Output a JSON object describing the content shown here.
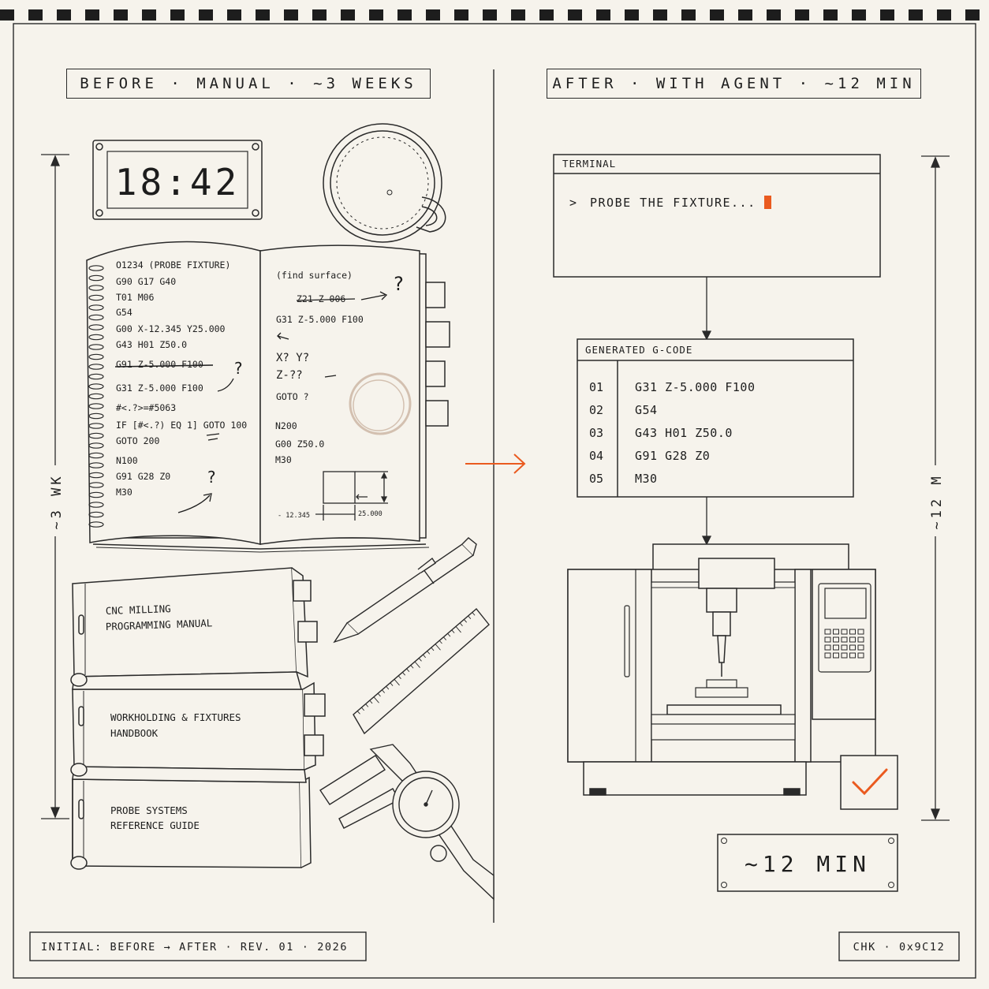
{
  "before_header": "BEFORE · MANUAL · ~3 WEEKS",
  "after_header": "AFTER · WITH AGENT · ~12 MIN",
  "clock_time": "18:42",
  "left_dimension": "~3 WK",
  "right_dimension": "~12 M",
  "notebook": {
    "left_page": [
      "O1234 (PROBE FIXTURE)",
      "G90 G17 G40",
      "T01 M06",
      "G54",
      "G00 X-12.345 Y25.000",
      "G43 H01 Z50.0",
      "G91 Z-5.000 F100",
      "G31 Z-5.000 F100",
      "#<.?>=#5063",
      "IF [#<.?) EQ 1] GOTO 100",
      "GOTO 200",
      "N100",
      "G91 G28 Z0",
      "M30"
    ],
    "right_page": [
      "(find surface)",
      "Z21 Z-006",
      "G31 Z-5.000 F100",
      "X? Y?",
      "Z-??",
      "GOTO ?",
      "N200",
      "G00 Z50.0",
      "M30"
    ],
    "question_mark": "?",
    "sketch_dim_x": "- 12.345",
    "sketch_dim_y": "25.000"
  },
  "books": [
    {
      "line1": "CNC MILLING",
      "line2": "PROGRAMMING MANUAL"
    },
    {
      "line1": "WORKHOLDING & FIXTURES",
      "line2": "HANDBOOK"
    },
    {
      "line1": "PROBE SYSTEMS",
      "line2": "REFERENCE GUIDE"
    }
  ],
  "terminal": {
    "title": "TERMINAL",
    "prompt": ">",
    "command": "PROBE THE FIXTURE..."
  },
  "gcode": {
    "title": "GENERATED G-CODE",
    "lines": [
      {
        "num": "01",
        "code": "G31 Z-5.000 F100"
      },
      {
        "num": "02",
        "code": "G54"
      },
      {
        "num": "03",
        "code": "G43 H01 Z50.0"
      },
      {
        "num": "04",
        "code": "G91 G28 Z0"
      },
      {
        "num": "05",
        "code": "M30"
      }
    ]
  },
  "result_label": "~12 MIN",
  "footer_left": "INITIAL: BEFORE → AFTER · REV. 01 · 2026",
  "footer_right": "CHK · 0x9C12",
  "colors": {
    "background": "#f6f3ec",
    "ink": "#1d1d1d",
    "accent": "#ea5a1f",
    "stain": "#cdb8a6"
  }
}
